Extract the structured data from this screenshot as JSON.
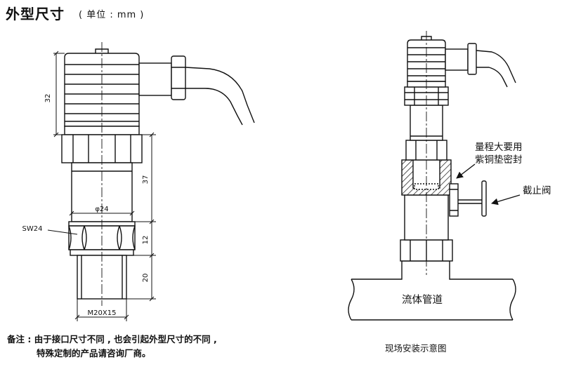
{
  "header": {
    "title": "外型尺寸",
    "unit": "( 单位 : mm )"
  },
  "dimensions": {
    "connector_height": "32",
    "body_height": "37",
    "hex_height": "12",
    "thread_length": "20",
    "body_diameter": "φ24",
    "hex_size": "SW24",
    "thread_spec": "M20X15"
  },
  "installation": {
    "label_seal": [
      "量程大要用",
      "紫铜垫密封"
    ],
    "label_valve": "截止阀",
    "label_pipe": "流体管道",
    "caption": "现场安装示意图"
  },
  "note": {
    "line1": "备注 : 由于接口尺寸不同 , 也会引起外型尺寸的不同 ,",
    "line2": "特殊定制的产品请咨询厂商。"
  }
}
